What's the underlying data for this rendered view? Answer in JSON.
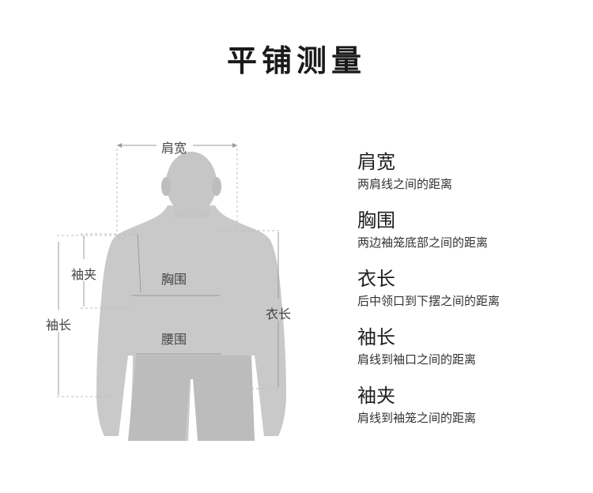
{
  "title": "平铺测量",
  "diagram": {
    "labels": {
      "shoulder": "肩宽",
      "chest": "胸围",
      "waist": "腰围",
      "armhole": "袖夹",
      "sleeve": "袖长",
      "length": "衣长"
    },
    "colors": {
      "body": "#c9c9c9",
      "body_dark": "#b5b5b5",
      "dash": "#bdbdbd",
      "measure": "#9a9a9a"
    }
  },
  "legend": [
    {
      "title": "肩宽",
      "desc": "两肩线之间的距离"
    },
    {
      "title": "胸围",
      "desc": "两边袖笼底部之间的距离"
    },
    {
      "title": "衣长",
      "desc": "后中领口到下摆之间的距离"
    },
    {
      "title": "袖长",
      "desc": "肩线到袖口之间的距离"
    },
    {
      "title": "袖夹",
      "desc": "肩线到袖笼之间的距离"
    }
  ]
}
